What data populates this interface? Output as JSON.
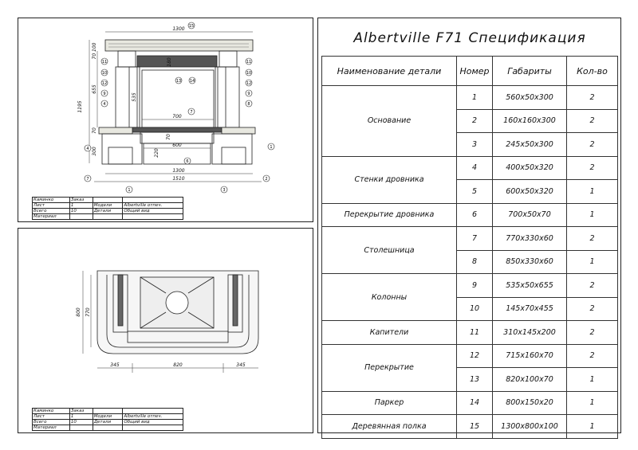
{
  "spec": {
    "title": "Albertville F71 Спецификация",
    "headers": [
      "Наименование детали",
      "Номер",
      "Габариты",
      "Кол-во"
    ],
    "groups": [
      {
        "name": "Основание",
        "rows": [
          [
            "1",
            "560x50x300",
            "2"
          ],
          [
            "2",
            "160x160x300",
            "2"
          ],
          [
            "3",
            "245x50x300",
            "2"
          ]
        ]
      },
      {
        "name": "Стенки дровника",
        "rows": [
          [
            "4",
            "400x50x320",
            "2"
          ],
          [
            "5",
            "600x50x320",
            "1"
          ]
        ]
      },
      {
        "name": "Перекрытие дровника",
        "rows": [
          [
            "6",
            "700x50x70",
            "1"
          ]
        ]
      },
      {
        "name": "Столешница",
        "rows": [
          [
            "7",
            "770x330x60",
            "2"
          ],
          [
            "8",
            "850x330x60",
            "1"
          ]
        ]
      },
      {
        "name": "Колонны",
        "rows": [
          [
            "9",
            "535x50x655",
            "2"
          ],
          [
            "10",
            "145x70x455",
            "2"
          ]
        ]
      },
      {
        "name": "Капители",
        "rows": [
          [
            "11",
            "310x145x200",
            "2"
          ]
        ]
      },
      {
        "name": "Перекрытие",
        "rows": [
          [
            "12",
            "715x160x70",
            "2"
          ],
          [
            "13",
            "820x100x70",
            "1"
          ]
        ]
      },
      {
        "name": "Паркер",
        "rows": [
          [
            "14",
            "800x150x20",
            "1"
          ]
        ]
      },
      {
        "name": "Деревянная полка",
        "rows": [
          [
            "15",
            "1300x800x100",
            "1"
          ]
        ]
      }
    ]
  },
  "front_view": {
    "dims": {
      "top_width": "1300",
      "base_width": "1300",
      "overall_width": "1510",
      "inner_width": "700",
      "lower_width": "600",
      "height_total": "1195",
      "col_height": "655",
      "d_70_100": "70 100",
      "d_70": "70",
      "d_300": "300",
      "d_535": "535",
      "d_180": "180",
      "d_220": "220",
      "d_70b": "70"
    },
    "callouts": [
      "15",
      "11",
      "10",
      "12",
      "9",
      "4",
      "13",
      "14",
      "11",
      "10",
      "12",
      "9",
      "8",
      "7",
      "6",
      "1",
      "2",
      "3",
      "4",
      "7",
      "1",
      "2",
      "3"
    ]
  },
  "plan_view": {
    "dims": {
      "left": "345",
      "middle": "820",
      "right": "345",
      "depth": "800",
      "depth_inner": "770"
    }
  },
  "title_block": {
    "rows": [
      [
        "Каминко",
        "Заказ",
        "",
        ""
      ],
      [
        "Лист",
        "1",
        "Модели",
        "Albertville  отпеч."
      ],
      [
        "Всего",
        "10",
        "Детали",
        "Общий вид"
      ],
      [
        "Материал",
        "",
        "",
        ""
      ]
    ]
  }
}
